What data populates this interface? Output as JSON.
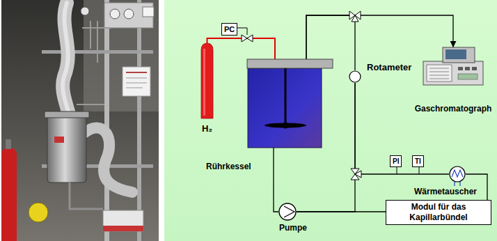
{
  "diagram": {
    "nodes": [
      {
        "text": [
          "PC"
        ]
      },
      {
        "text": [
          "H₂"
        ]
      },
      {
        "text": [
          "Rührkessel"
        ]
      },
      {
        "text": [
          "Rotameter"
        ]
      },
      {
        "text": [
          "Gaschromatograph"
        ]
      },
      {
        "text": [
          "PI"
        ]
      },
      {
        "text": [
          "TI"
        ]
      },
      {
        "text": [
          "Wärmetauscher"
        ]
      },
      {
        "text": [
          "Modul für das Kapillarbündel"
        ]
      },
      {
        "text": [
          "Pumpe"
        ]
      }
    ],
    "edges": [
      {
        "from": 1,
        "to": 2,
        "arrow": "none"
      },
      {
        "from": 2,
        "to": 4,
        "arrow": "to"
      },
      {
        "from": 3,
        "to": 2,
        "arrow": "none"
      },
      {
        "from": 2,
        "to": 9,
        "arrow": "none"
      },
      {
        "from": 9,
        "to": 8,
        "arrow": "none"
      },
      {
        "from": 9,
        "to": 3,
        "arrow": "none"
      },
      {
        "from": 7,
        "to": 3,
        "arrow": "none"
      },
      {
        "from": 7,
        "to": 8,
        "arrow": "none"
      }
    ]
  }
}
